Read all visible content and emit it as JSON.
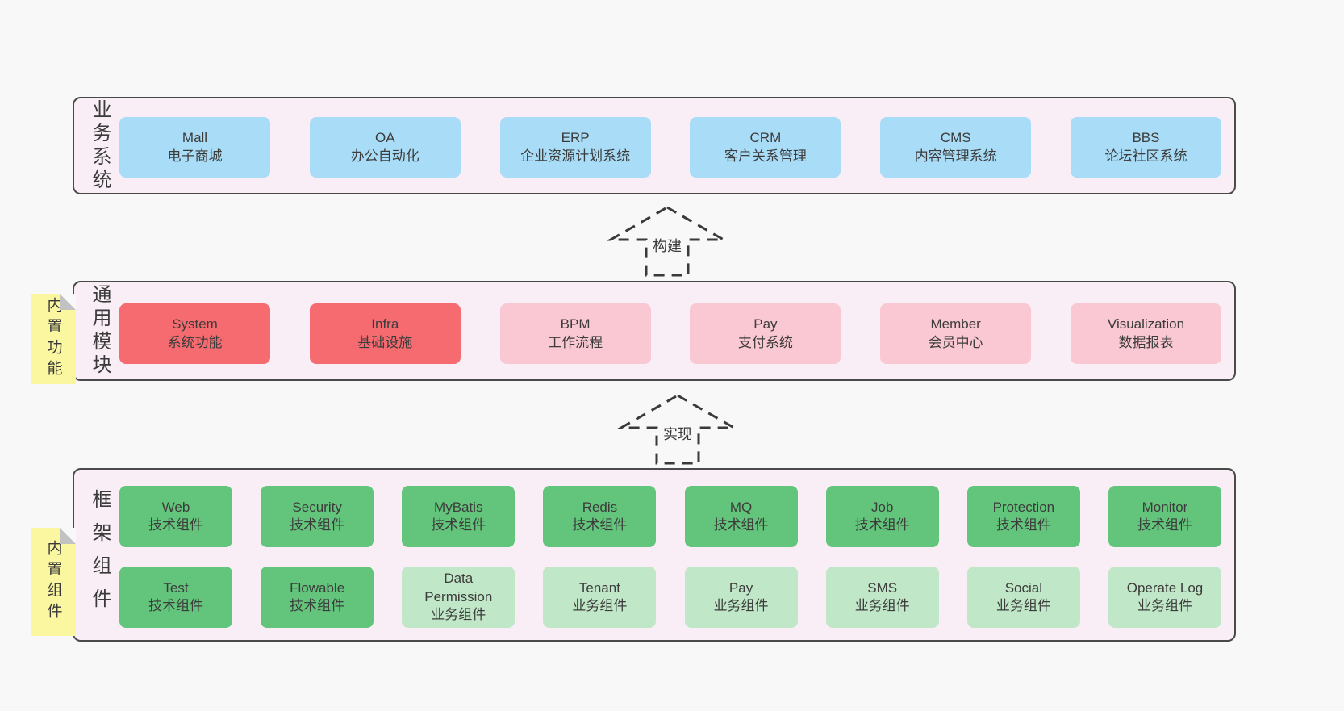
{
  "colors": {
    "page_bg": "#f8f8f8",
    "layer_bg": "#f9eef6",
    "layer_border": "#4a4a4a",
    "blue_box": "#a9dcf6",
    "red_box": "#f56b70",
    "pink_box": "#fac8d2",
    "green_box": "#63c57b",
    "light_green_box": "#c0e7c7",
    "note_bg": "#fbf7a0",
    "text": "#3c3c3c"
  },
  "arrows": [
    {
      "label": "构建"
    },
    {
      "label": "实现"
    }
  ],
  "layers": [
    {
      "label": "业务系统",
      "boxes": [
        {
          "title": "Mall",
          "subtitle": "电子商城",
          "variant": "blue"
        },
        {
          "title": "OA",
          "subtitle": "办公自动化",
          "variant": "blue"
        },
        {
          "title": "ERP",
          "subtitle": "企业资源计划系统",
          "variant": "blue"
        },
        {
          "title": "CRM",
          "subtitle": "客户关系管理",
          "variant": "blue"
        },
        {
          "title": "CMS",
          "subtitle": "内容管理系统",
          "variant": "blue"
        },
        {
          "title": "BBS",
          "subtitle": "论坛社区系统",
          "variant": "blue"
        }
      ]
    },
    {
      "label": "通用模块",
      "note": "内置功能",
      "boxes": [
        {
          "title": "System",
          "subtitle": "系统功能",
          "variant": "red"
        },
        {
          "title": "Infra",
          "subtitle": "基础设施",
          "variant": "red"
        },
        {
          "title": "BPM",
          "subtitle": "工作流程",
          "variant": "pink"
        },
        {
          "title": "Pay",
          "subtitle": "支付系统",
          "variant": "pink"
        },
        {
          "title": "Member",
          "subtitle": "会员中心",
          "variant": "pink"
        },
        {
          "title": "Visualization",
          "subtitle": "数据报表",
          "variant": "pink"
        }
      ]
    },
    {
      "label": "框架组件",
      "note": "内置组件",
      "rows": [
        [
          {
            "title": "Web",
            "subtitle": "技术组件",
            "variant": "green"
          },
          {
            "title": "Security",
            "subtitle": "技术组件",
            "variant": "green"
          },
          {
            "title": "MyBatis",
            "subtitle": "技术组件",
            "variant": "green"
          },
          {
            "title": "Redis",
            "subtitle": "技术组件",
            "variant": "green"
          },
          {
            "title": "MQ",
            "subtitle": "技术组件",
            "variant": "green"
          },
          {
            "title": "Job",
            "subtitle": "技术组件",
            "variant": "green"
          },
          {
            "title": "Protection",
            "subtitle": "技术组件",
            "variant": "green"
          },
          {
            "title": "Monitor",
            "subtitle": "技术组件",
            "variant": "green"
          }
        ],
        [
          {
            "title": "Test",
            "subtitle": "技术组件",
            "variant": "green"
          },
          {
            "title": "Flowable",
            "subtitle": "技术组件",
            "variant": "green"
          },
          {
            "title": "Data Permission",
            "subtitle": "业务组件",
            "variant": "lightgreen"
          },
          {
            "title": "Tenant",
            "subtitle": "业务组件",
            "variant": "lightgreen"
          },
          {
            "title": "Pay",
            "subtitle": "业务组件",
            "variant": "lightgreen"
          },
          {
            "title": "SMS",
            "subtitle": "业务组件",
            "variant": "lightgreen"
          },
          {
            "title": "Social",
            "subtitle": "业务组件",
            "variant": "lightgreen"
          },
          {
            "title": "Operate Log",
            "subtitle": "业务组件",
            "variant": "lightgreen"
          }
        ]
      ]
    }
  ]
}
